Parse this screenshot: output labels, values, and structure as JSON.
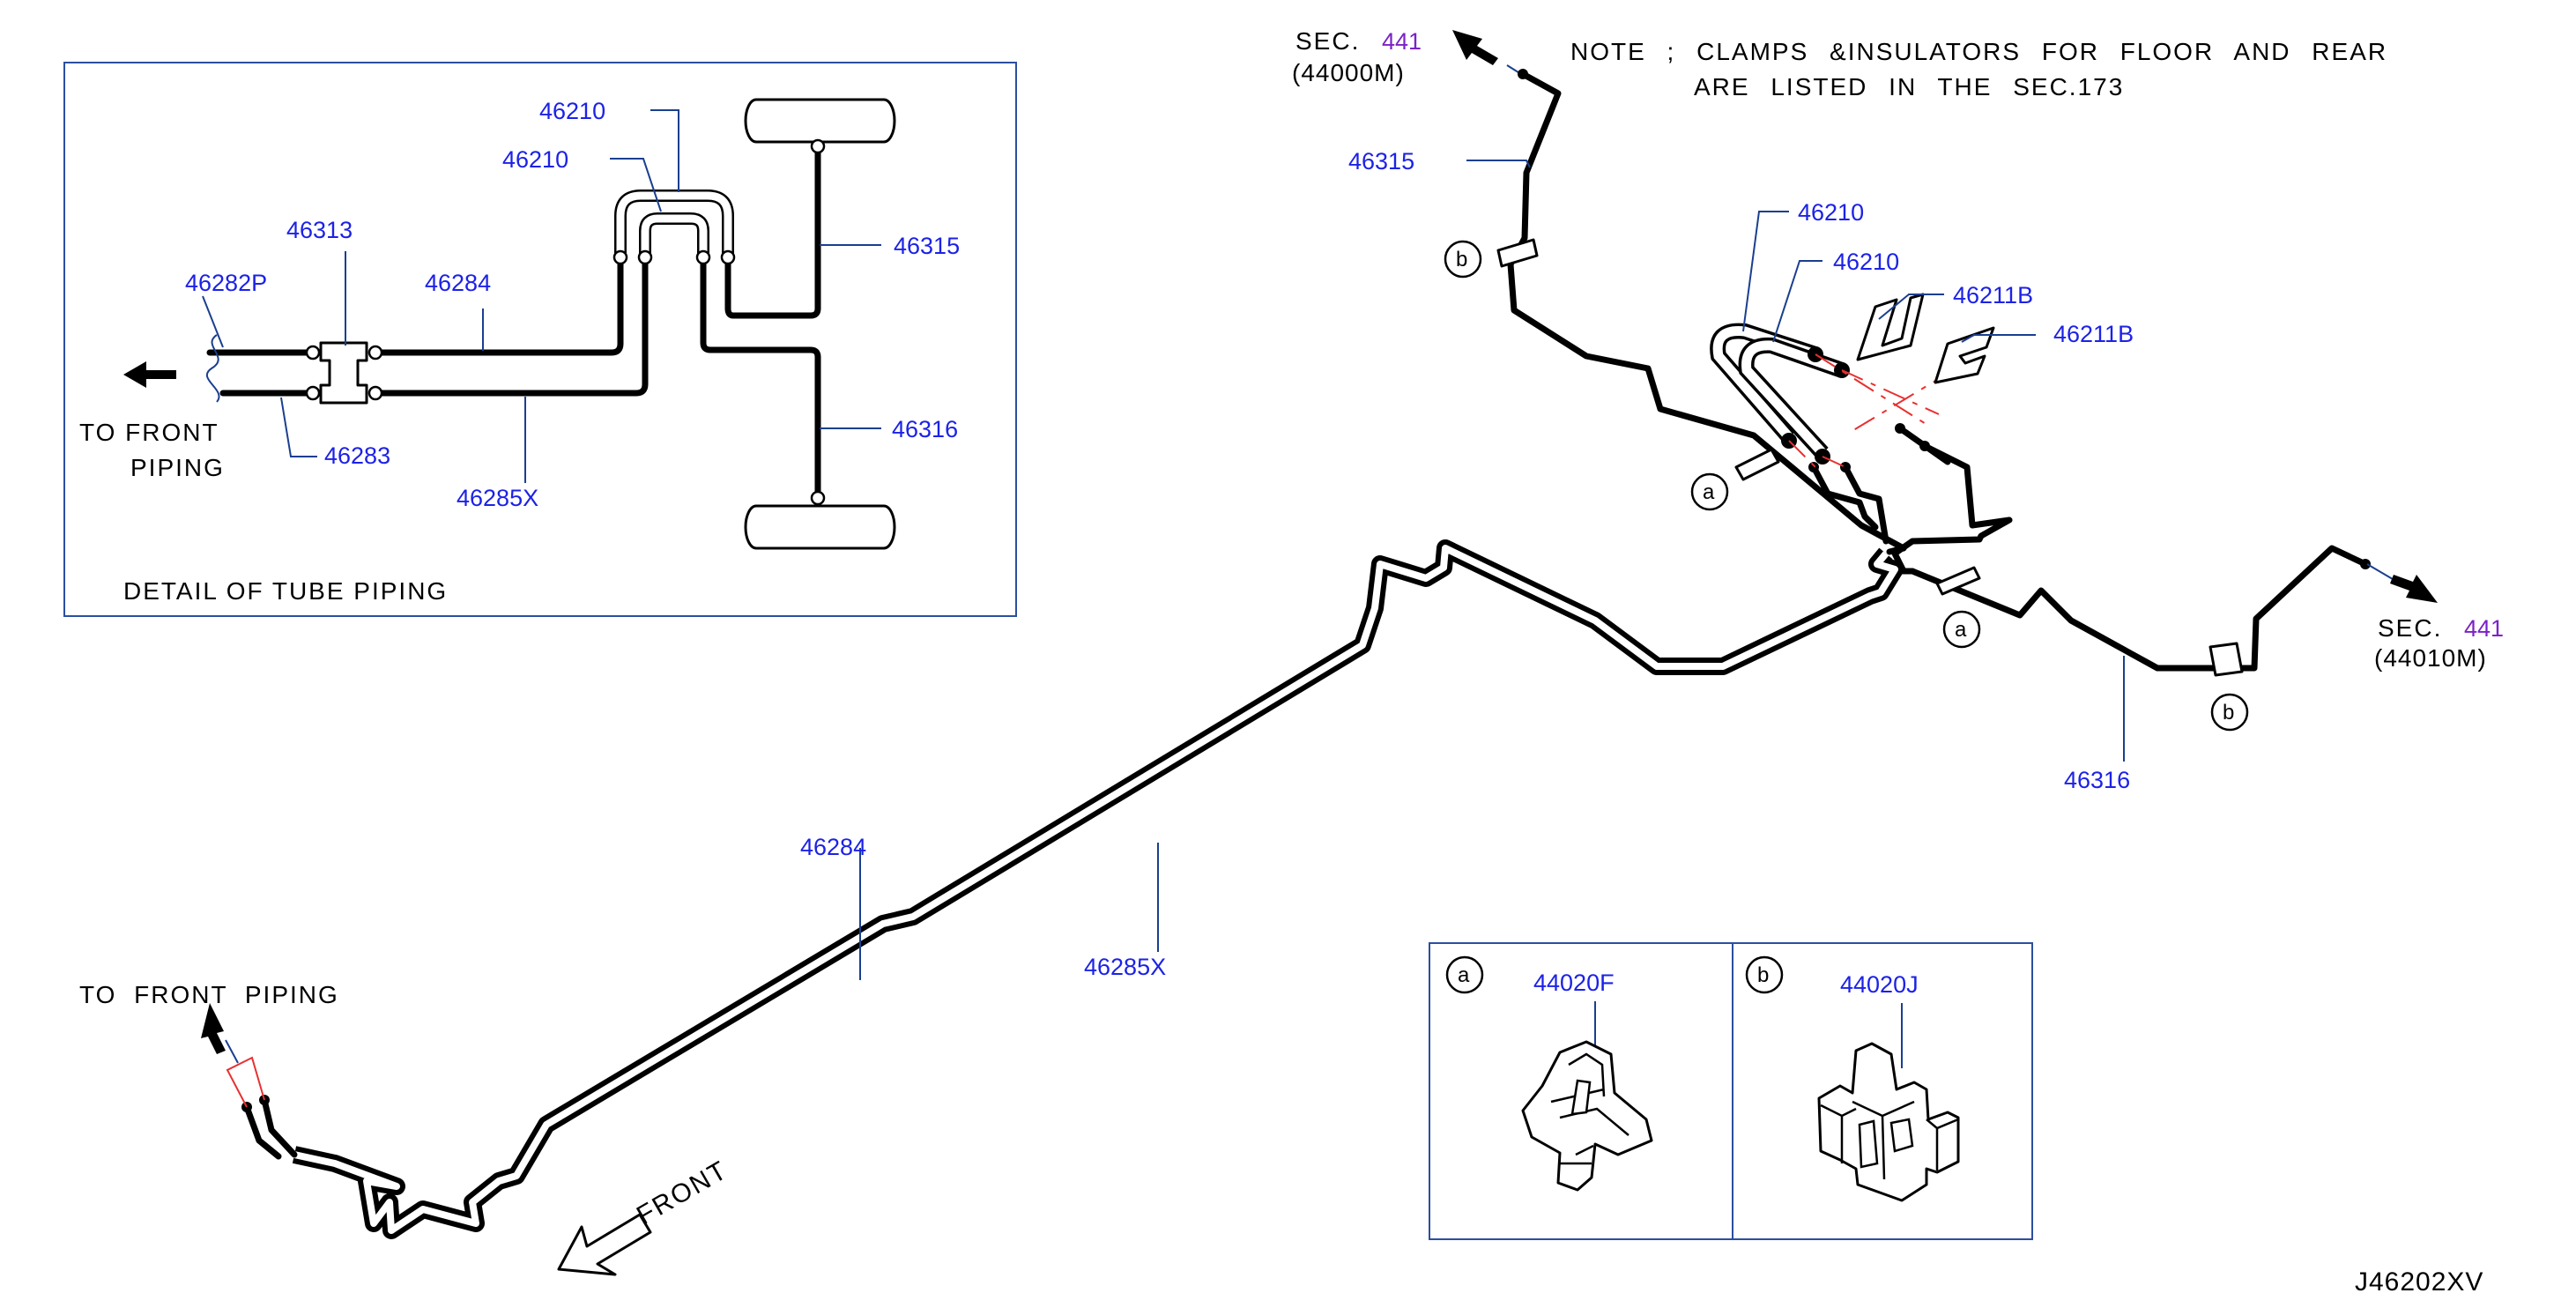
{
  "sec_top": {
    "prefix": "SEC.",
    "num": "441",
    "ref": "(44000M)"
  },
  "sec_right": {
    "prefix": "SEC.",
    "num": "441",
    "ref": "(44010M)"
  },
  "note": {
    "line1": "NOTE ; CLAMPS &INSULATORS FOR FLOOR AND REAR",
    "line2": "ARE LISTED IN THE SEC.173"
  },
  "detail": {
    "caption": "DETAIL OF TUBE PIPING",
    "to_front_1": "TO FRONT",
    "to_front_2": "PIPING",
    "parts": {
      "p46210a": "46210",
      "p46210b": "46210",
      "p46315": "46315",
      "p46313": "46313",
      "p46282P": "46282P",
      "p46284": "46284",
      "p46316": "46316",
      "p46283": "46283",
      "p46285X": "46285X"
    }
  },
  "main": {
    "p46315": "46315",
    "p46210a": "46210",
    "p46210b": "46210",
    "p46211Ba": "46211B",
    "p46211Bb": "46211B",
    "p46316": "46316",
    "p46284": "46284",
    "p46285X": "46285X",
    "to_front_piping": "TO FRONT PIPING",
    "front": "FRONT"
  },
  "callouts": {
    "a": "a",
    "b": "b"
  },
  "clamp_box": {
    "a_letter": "a",
    "a_part": "44020F",
    "b_letter": "b",
    "b_part": "44020J"
  },
  "drawing_id": "J46202XV",
  "colors": {
    "part_number": "#1c22e6",
    "section_number": "#7b22c8",
    "frame": "#2b4fa0",
    "centerline": "#e83030"
  }
}
